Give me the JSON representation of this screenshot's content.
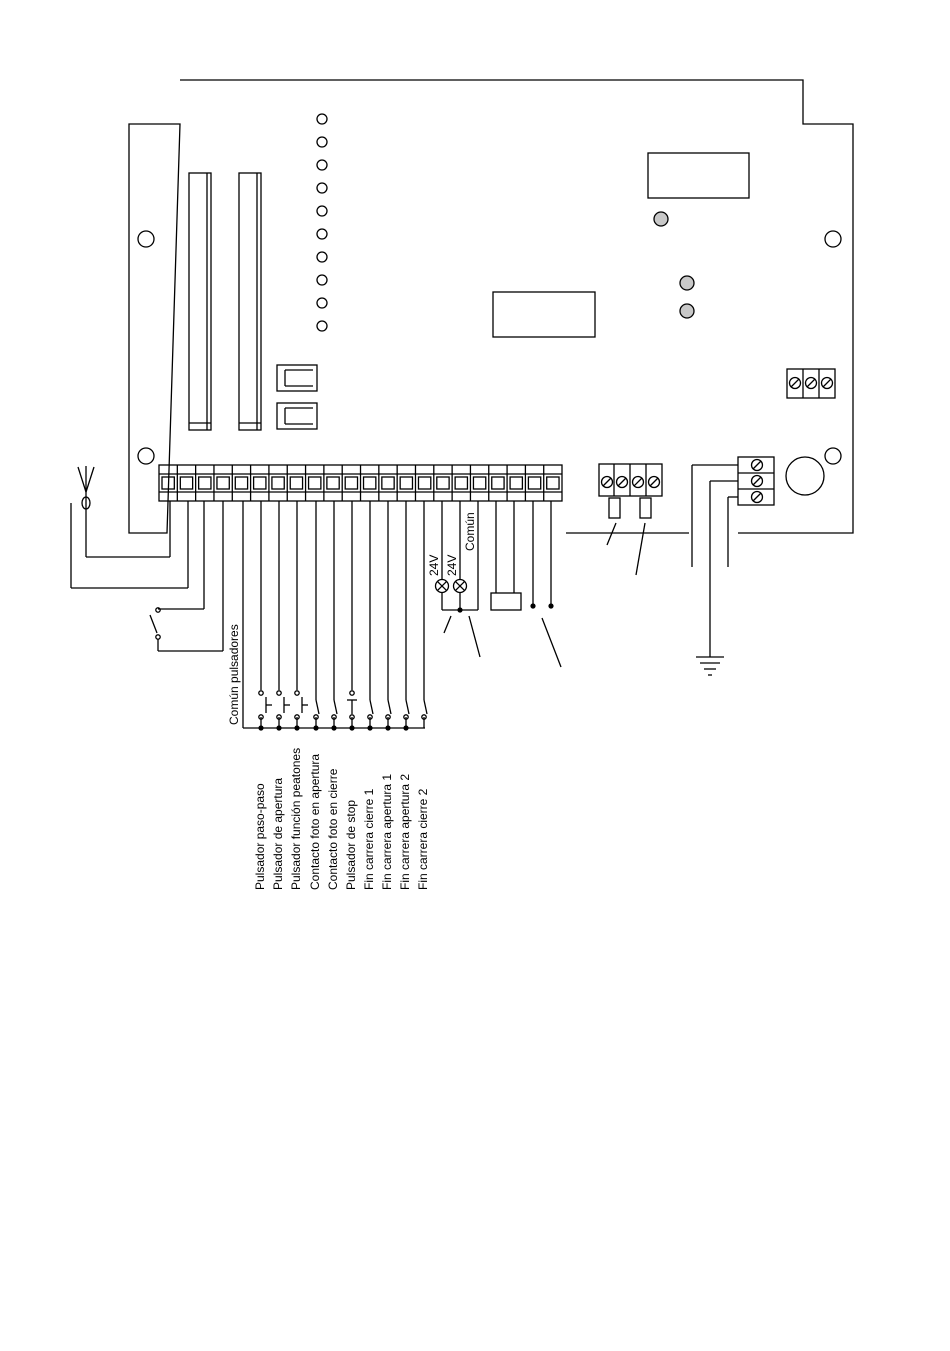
{
  "labels": {
    "comun_pulsadores": "Común pulsadores",
    "v24_a": "24V",
    "v24_b": "24V",
    "comun": "Común"
  },
  "inputs": [
    "Pulsador paso-paso",
    "Pulsador de apertura",
    "Pulsador función peatones",
    "Contacto foto en apertura",
    "Contacto foto en cierre",
    "Pulsador de stop",
    "Fin carrera cierre 1",
    "Fin carrera apertura 1",
    "Fin carrera apertura 2",
    "Fin carrera cierre 2"
  ]
}
